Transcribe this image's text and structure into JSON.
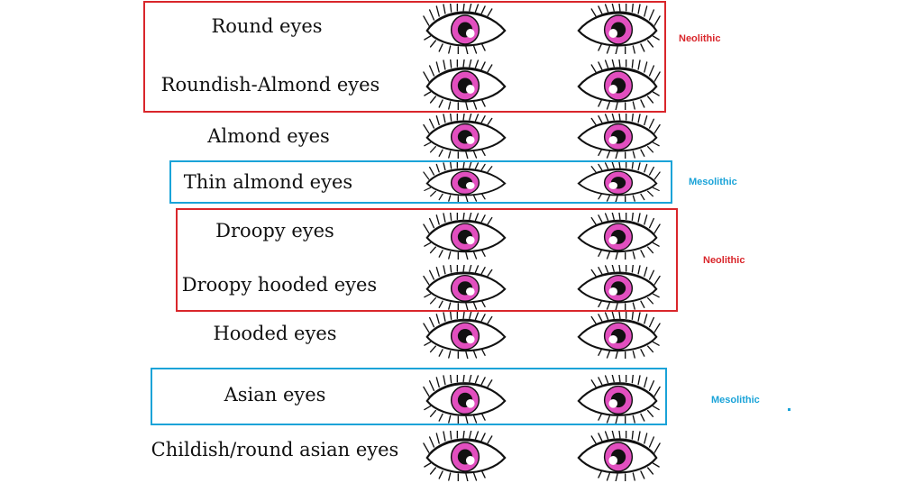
{
  "colors": {
    "neolithic": "#d9262b",
    "mesolithic": "#1aa3d8",
    "iris": "#e24fbf",
    "outline": "#111111"
  },
  "eye_types": [
    "Round eyes",
    "Roundish-Almond eyes",
    "Almond eyes",
    "Thin almond eyes",
    "Droopy eyes",
    "Droopy hooded eyes",
    "Hooded eyes",
    "Asian eyes",
    "Childish/round asian eyes"
  ],
  "groups": [
    {
      "era": "Neolithic"
    },
    {
      "era": "Mesolithic"
    },
    {
      "era": "Neolithic"
    },
    {
      "era": "Mesolithic"
    }
  ]
}
